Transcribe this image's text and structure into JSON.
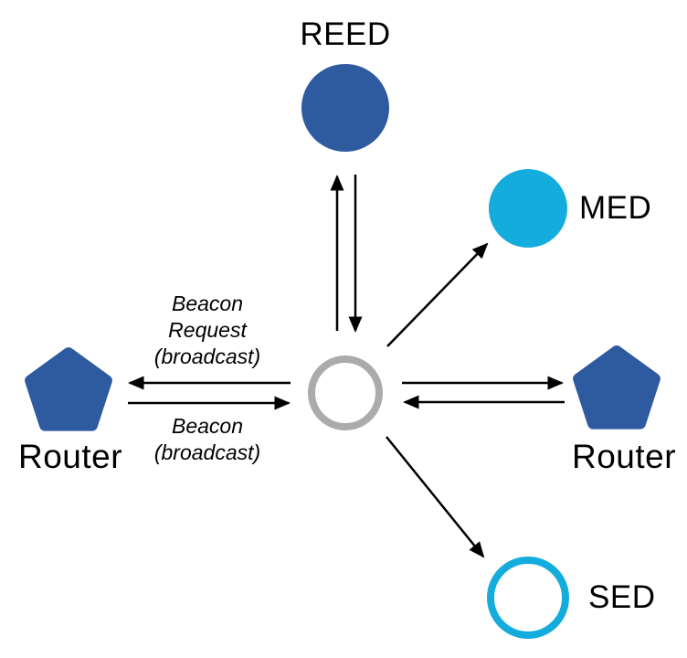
{
  "diagram": {
    "nodes": {
      "reed": {
        "label": "REED",
        "shape": "circle",
        "fill_color": "#2E5AA0"
      },
      "med": {
        "label": "MED",
        "shape": "circle",
        "fill_color": "#14ACDC"
      },
      "router_left": {
        "label": "Router",
        "shape": "pentagon",
        "fill_color": "#2E5AA0"
      },
      "router_right": {
        "label": "Router",
        "shape": "pentagon",
        "fill_color": "#2E5AA0"
      },
      "center": {
        "label": "",
        "shape": "circle-outline",
        "stroke_color": "#ABABAB"
      },
      "sed": {
        "label": "SED",
        "shape": "circle-outline",
        "stroke_color": "#14ACDC"
      }
    },
    "edge_labels": {
      "beacon_request": "Beacon\nRequest\n(broadcast)",
      "beacon": "Beacon\n(broadcast)"
    },
    "colors": {
      "arrow": "#000000",
      "text": "#000000"
    }
  }
}
